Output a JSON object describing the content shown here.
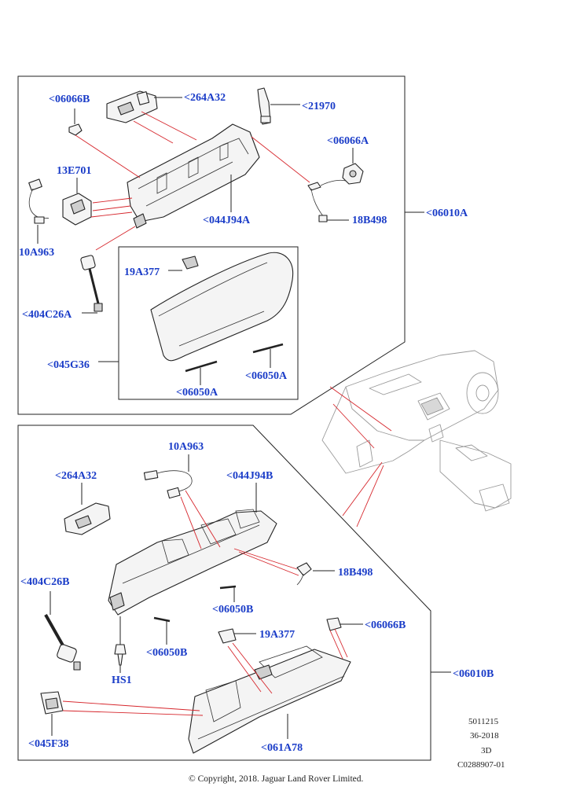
{
  "colors": {
    "callout": "#1a3cc8",
    "leader_red": "#d6262c",
    "line": "#222222"
  },
  "upper_group": {
    "callouts": {
      "c06066b": "<06066B",
      "c264a32": "<264A32",
      "c21970": "<21970",
      "c06066a": "<06066A",
      "c13e701": "13E701",
      "c10a963": "10A963",
      "c044j94a": "<044J94A",
      "c18b498": "18B498",
      "c06010a": "<06010A",
      "c19a377": "19A377",
      "c404c26a": "<404C26A",
      "c045g36": "<045G36",
      "c06050a_right": "<06050A",
      "c06050a_left": "<06050A"
    }
  },
  "lower_group": {
    "callouts": {
      "c10a963": "10A963",
      "c264a32": "<264A32",
      "c044j94b": "<044J94B",
      "c18b498": "18B498",
      "c404c26b": "<404C26B",
      "c06050b_upper": "<06050B",
      "c06066b": "<06066B",
      "c19a377": "19A377",
      "c06050b_lower": "<06050B",
      "chs1": "HS1",
      "c06010b": "<06010B",
      "c045f38": "<045F38",
      "c061a78": "<061A78"
    }
  },
  "reference": {
    "line1": "5011215",
    "line2": "36-2018",
    "line3": "3D",
    "line4": "C0288907-01"
  },
  "copyright": "© Copyright, 2018. Jaguar Land Rover Limited."
}
